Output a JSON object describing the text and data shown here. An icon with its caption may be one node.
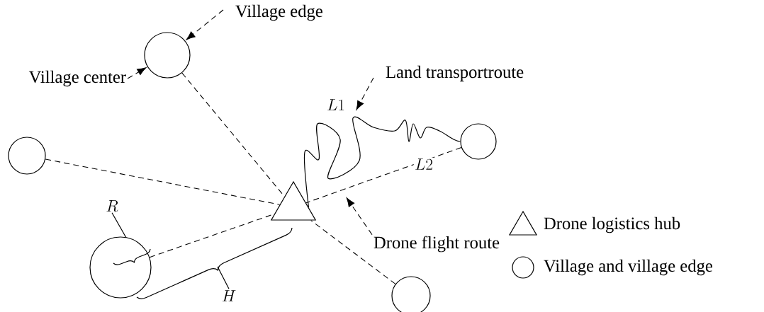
{
  "diagram": {
    "nodes": [
      {
        "text": [],
        "shape": "triangle"
      },
      {
        "text": [],
        "shape": "circle"
      },
      {
        "text": [],
        "shape": "circle"
      },
      {
        "text": [],
        "shape": "circle"
      },
      {
        "text": [],
        "shape": "circle"
      },
      {
        "text": [],
        "shape": "circle"
      },
      {
        "text": [
          "Village edge"
        ]
      },
      {
        "text": [
          "Village center"
        ]
      },
      {
        "text": [
          "Land transportroute"
        ]
      },
      {
        "text": [
          "Drone flight route"
        ]
      },
      {
        "text": [
          "R"
        ]
      },
      {
        "text": [
          "H"
        ]
      }
    ],
    "edges": [
      {
        "from": 1,
        "to": 0,
        "arrow": "none",
        "style": "dashed"
      },
      {
        "from": 2,
        "to": 0,
        "arrow": "none",
        "style": "dashed"
      },
      {
        "from": 3,
        "to": 0,
        "arrow": "none",
        "style": "dashed"
      },
      {
        "from": 4,
        "to": 0,
        "arrow": "none",
        "style": "dashed"
      },
      {
        "from": 5,
        "to": 0,
        "arrow": "none",
        "style": "dashed",
        "label": "L2"
      },
      {
        "from": 0,
        "to": 5,
        "arrow": "none",
        "label": "L1"
      },
      {
        "from": 6,
        "to": 1,
        "arrow": "to",
        "style": "dashed"
      },
      {
        "from": 7,
        "to": 1,
        "arrow": "to",
        "style": "dashed"
      },
      {
        "from": 8,
        "to": null,
        "arrow": "to",
        "style": "dashed"
      },
      {
        "from": 9,
        "to": null,
        "arrow": "to",
        "style": "dashed"
      },
      {
        "from": 10,
        "to": 3,
        "arrow": "none"
      },
      {
        "from": 11,
        "to": null,
        "arrow": "none"
      }
    ],
    "legend": [
      {
        "text": "Drone logistics hub"
      },
      {
        "text": "Village and village edge"
      }
    ]
  }
}
